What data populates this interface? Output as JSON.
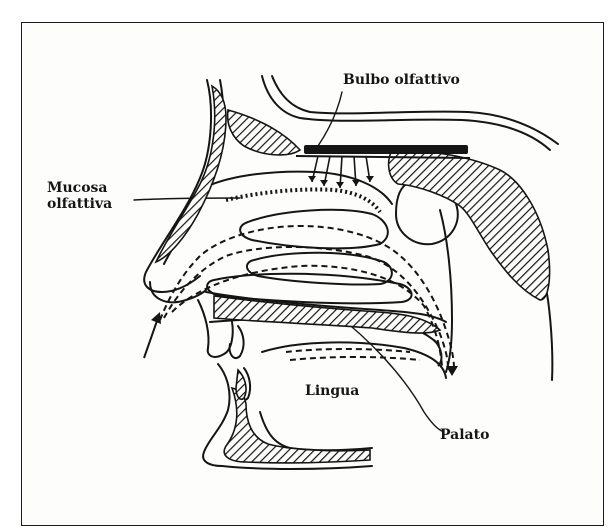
{
  "diagram": {
    "labels": {
      "bulbo": "Bulbo olfattivo",
      "mucosa_line1": "Mucosa",
      "mucosa_line2": "olfattiva",
      "lingua": "Lingua",
      "palato": "Palato"
    },
    "colors": {
      "ink": "#151515",
      "paper": "#fdfdfc"
    }
  }
}
